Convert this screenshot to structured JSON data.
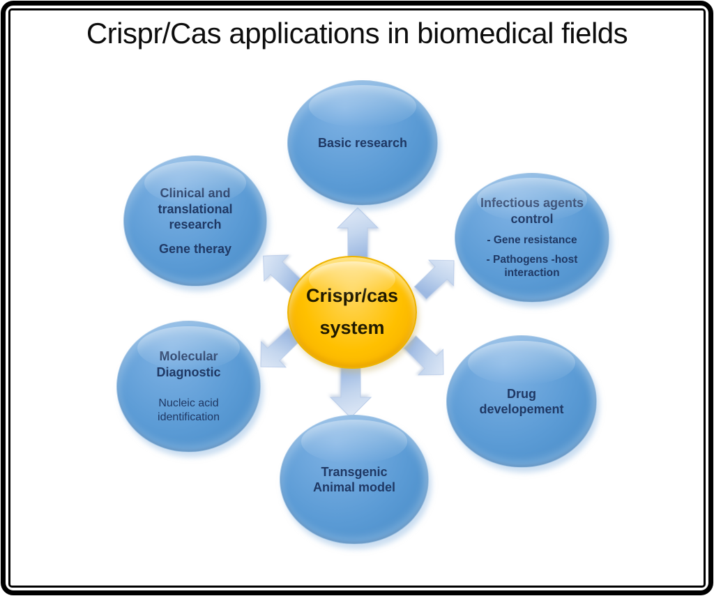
{
  "title": "Crispr/Cas applications in biomedical fields",
  "diagram": {
    "center": {
      "line1": "Crispr/cas",
      "line2": "system"
    },
    "nodes": [
      {
        "id": "basic-research",
        "title": "Basic research"
      },
      {
        "id": "clinical-translational-research",
        "title": "Clinical and translational research",
        "subtitle": "Gene theray"
      },
      {
        "id": "infectious-agents-control",
        "title": "Infectious agents control",
        "bullet1": "- Gene resistance",
        "bullet2": "- Pathogens -host interaction"
      },
      {
        "id": "molecular-diagnostic",
        "title": "Molecular Diagnostic",
        "subtitle": "Nucleic acid identification"
      },
      {
        "id": "drug-development",
        "title": "Drug developement"
      },
      {
        "id": "transgenic-animal-model",
        "title": "Transgenic Animal model"
      }
    ]
  },
  "colors": {
    "node_fill": "#5b9bd5",
    "node_fill_light": "#7fb2e4",
    "node_fill_dark": "#4488c4",
    "center_fill": "#ffc000",
    "center_fill_light": "#ffd75e",
    "center_fill_dark": "#f2a900",
    "arrow_light": "#e4ecf8",
    "arrow_mid": "#c4d6ee",
    "arrow_dark": "#9db9e2",
    "node_text": "#1f3864",
    "center_text": "#201a00",
    "title_text": "#0d0d0d",
    "frame": "#000000"
  }
}
